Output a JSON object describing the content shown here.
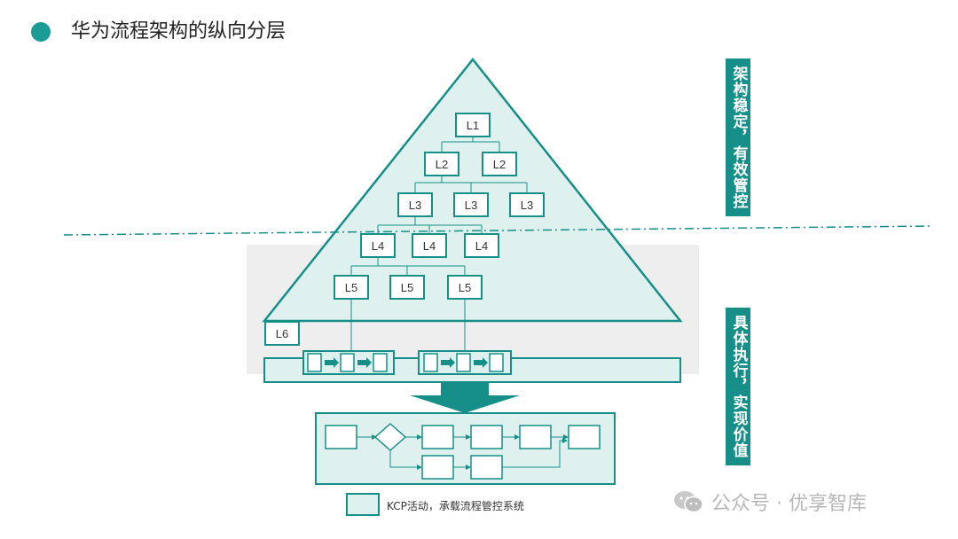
{
  "title": "华为流程架构的纵向分层",
  "side_labels": {
    "top": "架构稳定，有效管控",
    "bottom": "具体执行，实现价值"
  },
  "levels": {
    "l1": "L1",
    "l2": "L2",
    "l3": "L3",
    "l4": "L4",
    "l5": "L5",
    "l6": "L6"
  },
  "legend": "KCP活动，承载流程管控系统",
  "watermark": "公众号 · 优享智库",
  "colors": {
    "accent": "#158f88",
    "pyramid_fill": "#dff1ee",
    "band_gray": "#eeeeee"
  }
}
